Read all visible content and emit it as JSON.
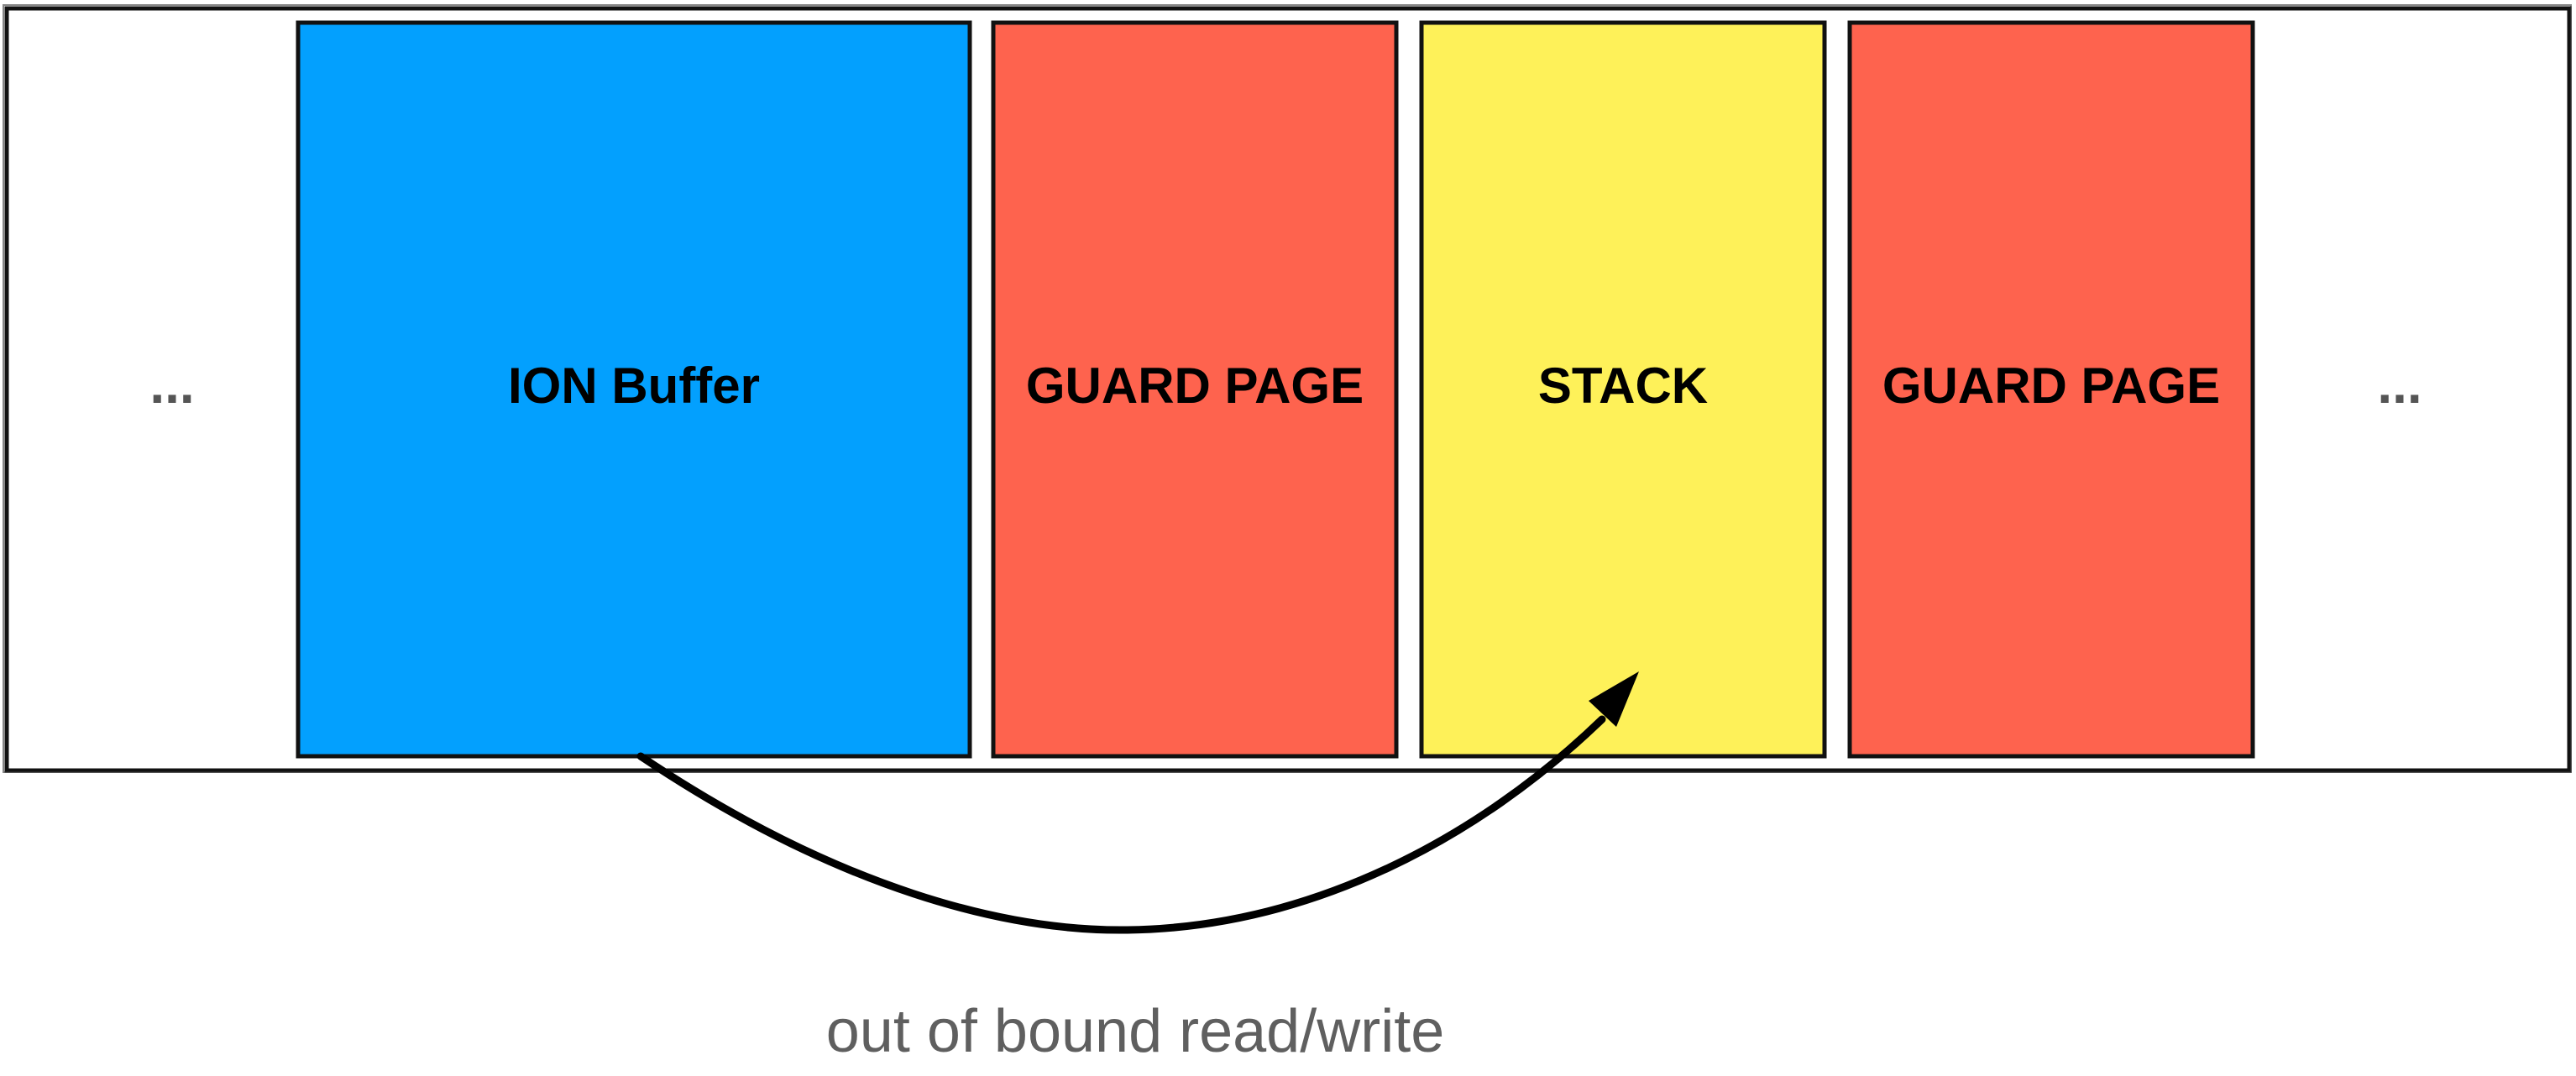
{
  "memory_strip": {
    "left_ellipsis": "...",
    "right_ellipsis": "...",
    "blocks": [
      {
        "id": "ion-buffer",
        "label": "ION Buffer",
        "color": "#03a0fe"
      },
      {
        "id": "guard-page-1",
        "label": "GUARD PAGE",
        "color": "#fe634e"
      },
      {
        "id": "stack",
        "label": "STACK",
        "color": "#fef159"
      },
      {
        "id": "guard-page-2",
        "label": "GUARD PAGE",
        "color": "#fe634e"
      }
    ]
  },
  "arrow": {
    "from": "ION Buffer",
    "to": "STACK",
    "caption": "out of bound read/write",
    "color": "#000000"
  }
}
